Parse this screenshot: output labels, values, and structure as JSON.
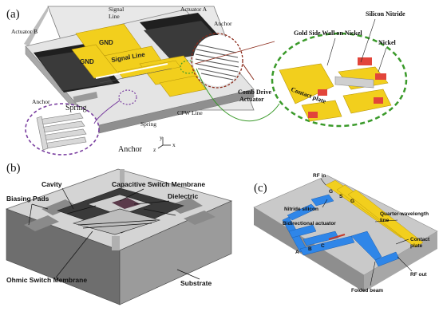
{
  "panels": {
    "a": {
      "tag": "(a)",
      "labels": {
        "actuator_a": "Actuator A",
        "actuator_b": "Actuator B",
        "signal_line": "Signal\nLine",
        "anchor_top": "Anchor",
        "anchor_left": "Anchor",
        "anchor_bottom": "Anchor",
        "gnd_top": "GND",
        "gnd_mid": "GND",
        "signal_line_mid": "Signal Line",
        "cpw_line": "CPW Line",
        "spring_small": "Spring",
        "spring_big": "Spring",
        "comb_drive": "Comb Drive\nActuator",
        "silicon_nitride": "Silicon Nitride",
        "gold_side_wall": "Gold Side Wall on Nickel",
        "nickel": "Nickel",
        "contact_plate": "Contact plate",
        "axis_x": "x",
        "axis_y": "y",
        "axis_z": "z"
      }
    },
    "b": {
      "tag": "(b)",
      "labels": {
        "cavity": "Cavity",
        "capacitive": "Capacitive Switch Membrane",
        "biasing_pads": "Biasing Pads",
        "dielectric": "Dielectric",
        "ohmic": "Ohmic Switch Membrane",
        "substrate": "Substrate"
      }
    },
    "c": {
      "tag": "(c)",
      "labels": {
        "rf_in": "RF in",
        "nitride_silicon": "Nitride silicon",
        "bidirectional": "Bidirectional actuator",
        "quarter_wave": "Quarter-wavelength\nline",
        "contact_plate": "Contact\nplate",
        "folded_beam": "Folded beam",
        "rf_out": "RF out",
        "g1": "G",
        "s": "S",
        "g2": "G",
        "a": "A",
        "b": "B",
        "c": "C"
      }
    }
  },
  "colors": {
    "gold": "#f2cf1d",
    "gold_dark": "#c9a40c",
    "grey_top": "#d9d9d9",
    "grey_side": "#9a9a9a",
    "black_comb": "#1a1a1a",
    "dashed_purple": "#7a3fa0",
    "dashed_brown": "#8b2a1a",
    "dashed_green": "#3a9a2a",
    "nickel_red": "#e2453a",
    "blue": "#2f86e8"
  }
}
